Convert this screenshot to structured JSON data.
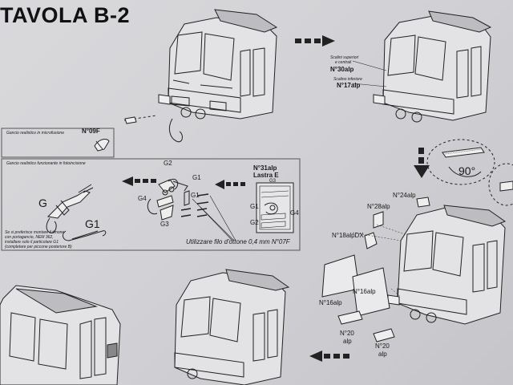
{
  "page": {
    "title": "TAVOLA B-2"
  },
  "labels": {
    "gancio_micro": "Gancio realistico in microfusione",
    "n09f": "N°09F",
    "gancio_funzionante": "Gancio realistico funzionante in fotoincisione",
    "note_line1": "Se si preferisce montare il timone",
    "note_line2": "con portagancio, NEM 362,",
    "note_line3": "installare solo il particolare G1",
    "note_line4": "(completare per piccone posteriore B)",
    "g": "G",
    "g1_big": "G1",
    "g2": "G2",
    "g1_a": "G1",
    "g4": "G4",
    "g1_b": "G1",
    "g3": "G3",
    "n31alp": "N°31alp",
    "lastra_e": "Lastra E",
    "sheet_g3": "G3",
    "sheet_g1": "G1",
    "sheet_g4": "G4",
    "sheet_g2": "G2",
    "filo": "Utilizzare filo d'ottone 0,4 mm N°07F",
    "scalini_sup1": "Scalini superiori",
    "scalini_sup2": "e centrali",
    "n30alp": "N°30alp",
    "scalini_inf": "Scalino inferiore",
    "n17alp": "N°17alp",
    "angle": "90°",
    "n24alp": "N°24alp",
    "n28alp": "N°28alp",
    "n18alpdx": "N°18alpDX",
    "n16alp_a": "N°16alp",
    "n16alp_b": "N°16alp",
    "n20alp_a1": "N°20",
    "n20alp_a2": "alp",
    "n20alp_b1": "N°20",
    "n20alp_b2": "alp"
  },
  "colors": {
    "ink": "#1a1a1a",
    "paper": "#d4d4d8",
    "arrow": "#222222"
  }
}
